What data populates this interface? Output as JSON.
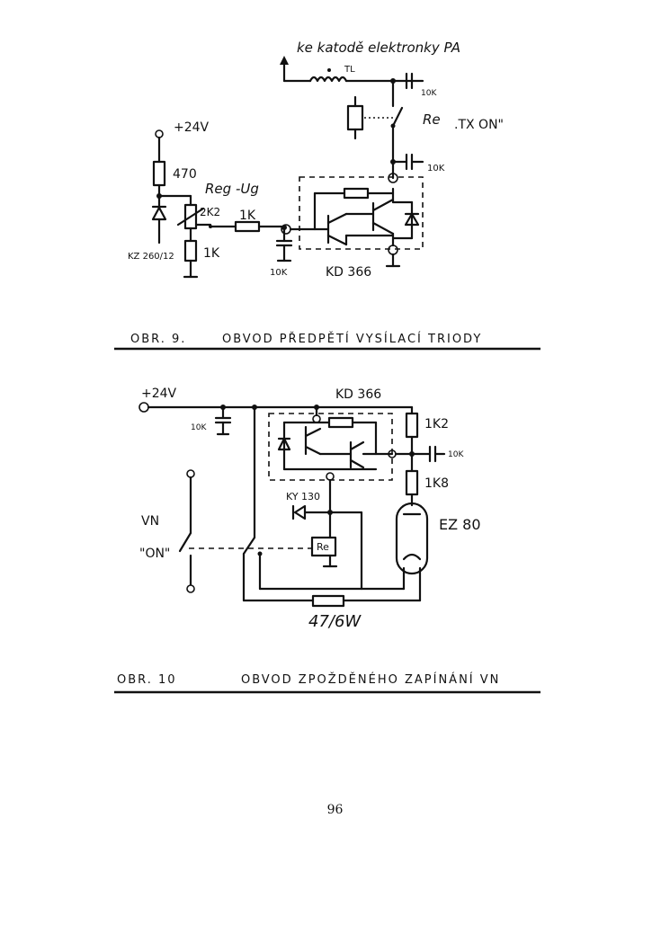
{
  "fig9": {
    "label_cathode": "ke katodě elektronky PA",
    "label_tl": "TL",
    "label_10k_top": "10K",
    "label_re": "Re",
    "label_txon": ".TX ON\"",
    "label_10k_mid": "10K",
    "label_24v": "+24V",
    "label_470": "470",
    "label_reg": "Reg -Ug",
    "label_2k2": "2K2",
    "label_1k_series": "1K",
    "label_kz": "KZ 260/12",
    "label_1k_shunt": "1K",
    "label_10k_bottom": "10K",
    "label_kd": "KD 366",
    "caption_num": "OBR. 9.",
    "caption_text": "OBVOD PŘEDPĚTÍ VYSÍLACÍ TRIODY"
  },
  "fig10": {
    "label_24v": "+24V",
    "label_kd": "KD 366",
    "label_10k_cap": "10K",
    "label_1k2": "1K2",
    "label_10k_right": "10K",
    "label_1k8": "1K8",
    "label_ky": "KY 130",
    "label_ez": "EZ 80",
    "label_vn": "VN",
    "label_on": "\"ON\"",
    "label_re": "Re",
    "label_res": "47/6W",
    "caption_num": "OBR. 10",
    "caption_text": "OBVOD ZPOŽDĚNÉHO ZAPÍNÁNÍ VN"
  },
  "page_number": "96"
}
